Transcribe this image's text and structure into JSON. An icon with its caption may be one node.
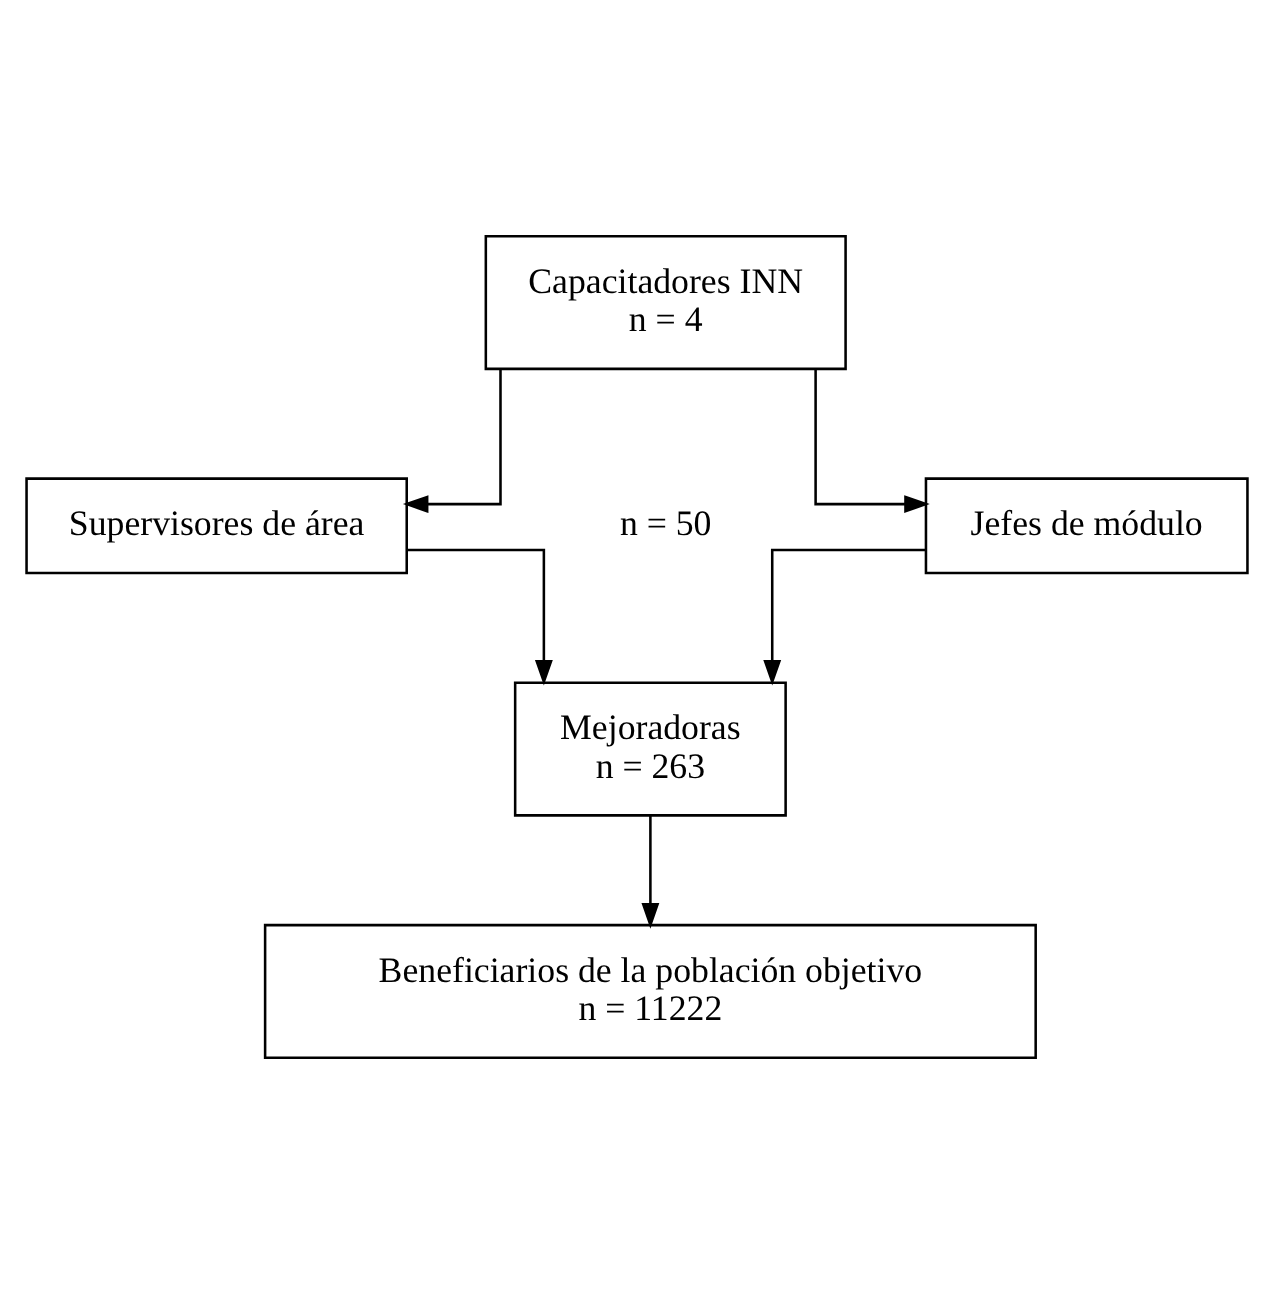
{
  "diagram": {
    "nodes": [
      {
        "text": [
          "Capacitadores INN",
          "n = 4"
        ]
      },
      {
        "text": [
          "Supervisores de área"
        ]
      },
      {
        "text": [
          "Jefes de módulo"
        ]
      },
      {
        "text": [
          "Mejoradoras",
          "n = 263"
        ]
      },
      {
        "text": [
          "Beneficiarios de la población objetivo",
          "n = 11222"
        ]
      }
    ],
    "edges": [
      {
        "from": 0,
        "to": 1,
        "arrow": "to"
      },
      {
        "from": 0,
        "to": 2,
        "arrow": "to"
      },
      {
        "from": 1,
        "to": 3,
        "arrow": "to"
      },
      {
        "from": 2,
        "to": 3,
        "arrow": "to"
      },
      {
        "from": 3,
        "to": 4,
        "arrow": "to"
      }
    ],
    "labels": [
      "n = 50"
    ]
  }
}
